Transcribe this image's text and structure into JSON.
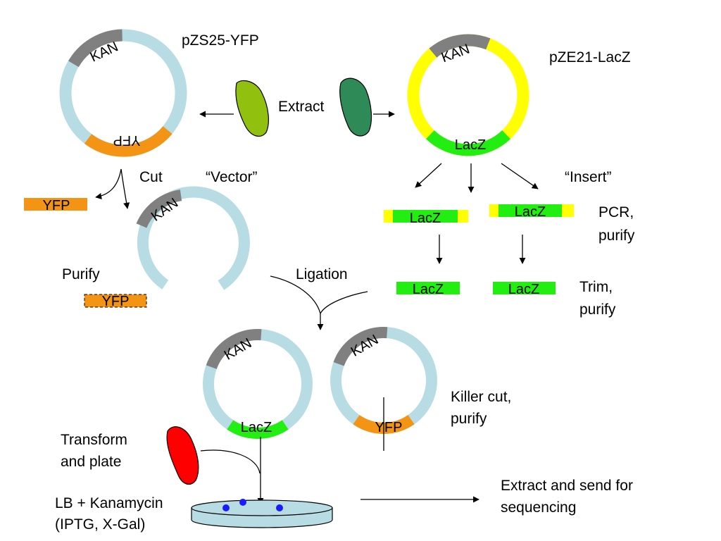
{
  "plasmids": {
    "source_vector_name": "pZS25-YFP",
    "source_insert_name": "pZE21-LacZ"
  },
  "labels": {
    "extract": "Extract",
    "cut": "Cut",
    "vector": "“Vector”",
    "insert": "“Insert”",
    "pcr_line1": "PCR,",
    "pcr_line2": "purify",
    "purify": "Purify",
    "ligation": "Ligation",
    "trim_line1": "Trim,",
    "trim_line2": "purify",
    "killer_line1": "Killer cut,",
    "killer_line2": "purify",
    "transform_line1": "Transform",
    "transform_line2": "and plate",
    "plate_line1": "LB + Kanamycin",
    "plate_line2": "(IPTG, X-Gal)",
    "final_line1": "Extract and send for",
    "final_line2": "sequencing"
  },
  "genes": {
    "kan": "KAN",
    "yfp": "YFP",
    "lacz": "LacZ"
  },
  "colors": {
    "backbone": "#b8dce3",
    "kan": "#808080",
    "yfp": "#f39415",
    "lacz": "#22ee11",
    "insert_backbone": "#ffff00",
    "cell_green_light": "#92c00f",
    "cell_green_dark": "#2e8b57",
    "cell_red": "#ff0000",
    "colony": "#1a1aff",
    "plate": "#b8dce3"
  }
}
